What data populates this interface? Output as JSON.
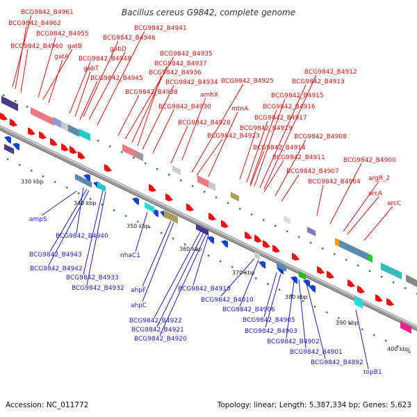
{
  "title": "Bacillus cereus G9842, complete genome",
  "footer": {
    "accession": "Accession: NC_011772",
    "topology": "Topology: linear; Length: 5,387,334 bp; Genes: 5,623"
  },
  "colors": {
    "top_labels": "#dd1111",
    "bottom_labels": "#1a1acc",
    "backbone": "#8a8a8a",
    "forward_arrow": "#ee1111",
    "reverse_arrow": "#1144cc",
    "dot": "#228822"
  },
  "ticks": [
    "330 kbp",
    "340 kbp",
    "350 kbp",
    "360 kbp",
    "370 kbp",
    "380 kbp",
    "390 kbp",
    "400 kbp"
  ],
  "top_labels": [
    "BCG9842_B4961",
    "BCG9842_B4962",
    "BCG9842_B4955",
    "BCG9842_B4960",
    "gatB",
    "gatA",
    "BCG9842_B4941",
    "BCG9842_B4946",
    "gabD",
    "BCG9842_B4948",
    "gabT",
    "BCG9842_B4945",
    "BCG9842_B4935",
    "BCG9842_B4937",
    "BCG9842_B4936",
    "BCG9842_B4934",
    "BCG9842_B4938",
    "amhX",
    "BCG9842_B4930",
    "BCG9842_B4925",
    "mtnA",
    "BCG9842_B4928",
    "BCG9842_B4923",
    "BCG9842_B4912",
    "BCG9842_B4913",
    "BCG9842_B4915",
    "BCG9842_B4916",
    "BCG9842_B4917",
    "BCG9842_B4919",
    "BCG9842_B4908",
    "BCG9842_B4914",
    "BCG9842_B4911",
    "BCG9842_B4907",
    "BCG9842_B4904",
    "BCG9842_B4900",
    "argR_2",
    "arcA",
    "arcC"
  ],
  "bottom_labels": [
    "ampS",
    "BCG9842_B4940",
    "BCG9842_B4943",
    "BCG9842_B4942",
    "nhaC1",
    "BCG9842_B4933",
    "BCG9842_B4932",
    "ahpF",
    "ahpC",
    "BCG9842_B4918",
    "BCG9842_B4910",
    "BCG9842_B4906",
    "BCG9842_B4922",
    "BCG9842_B4921",
    "BCG9842_B4920",
    "BCG9842_B4905",
    "BCG9842_B4903",
    "BCG9842_B4902",
    "BCG9842_B4901",
    "BCG9842_B4892",
    "topB1"
  ]
}
